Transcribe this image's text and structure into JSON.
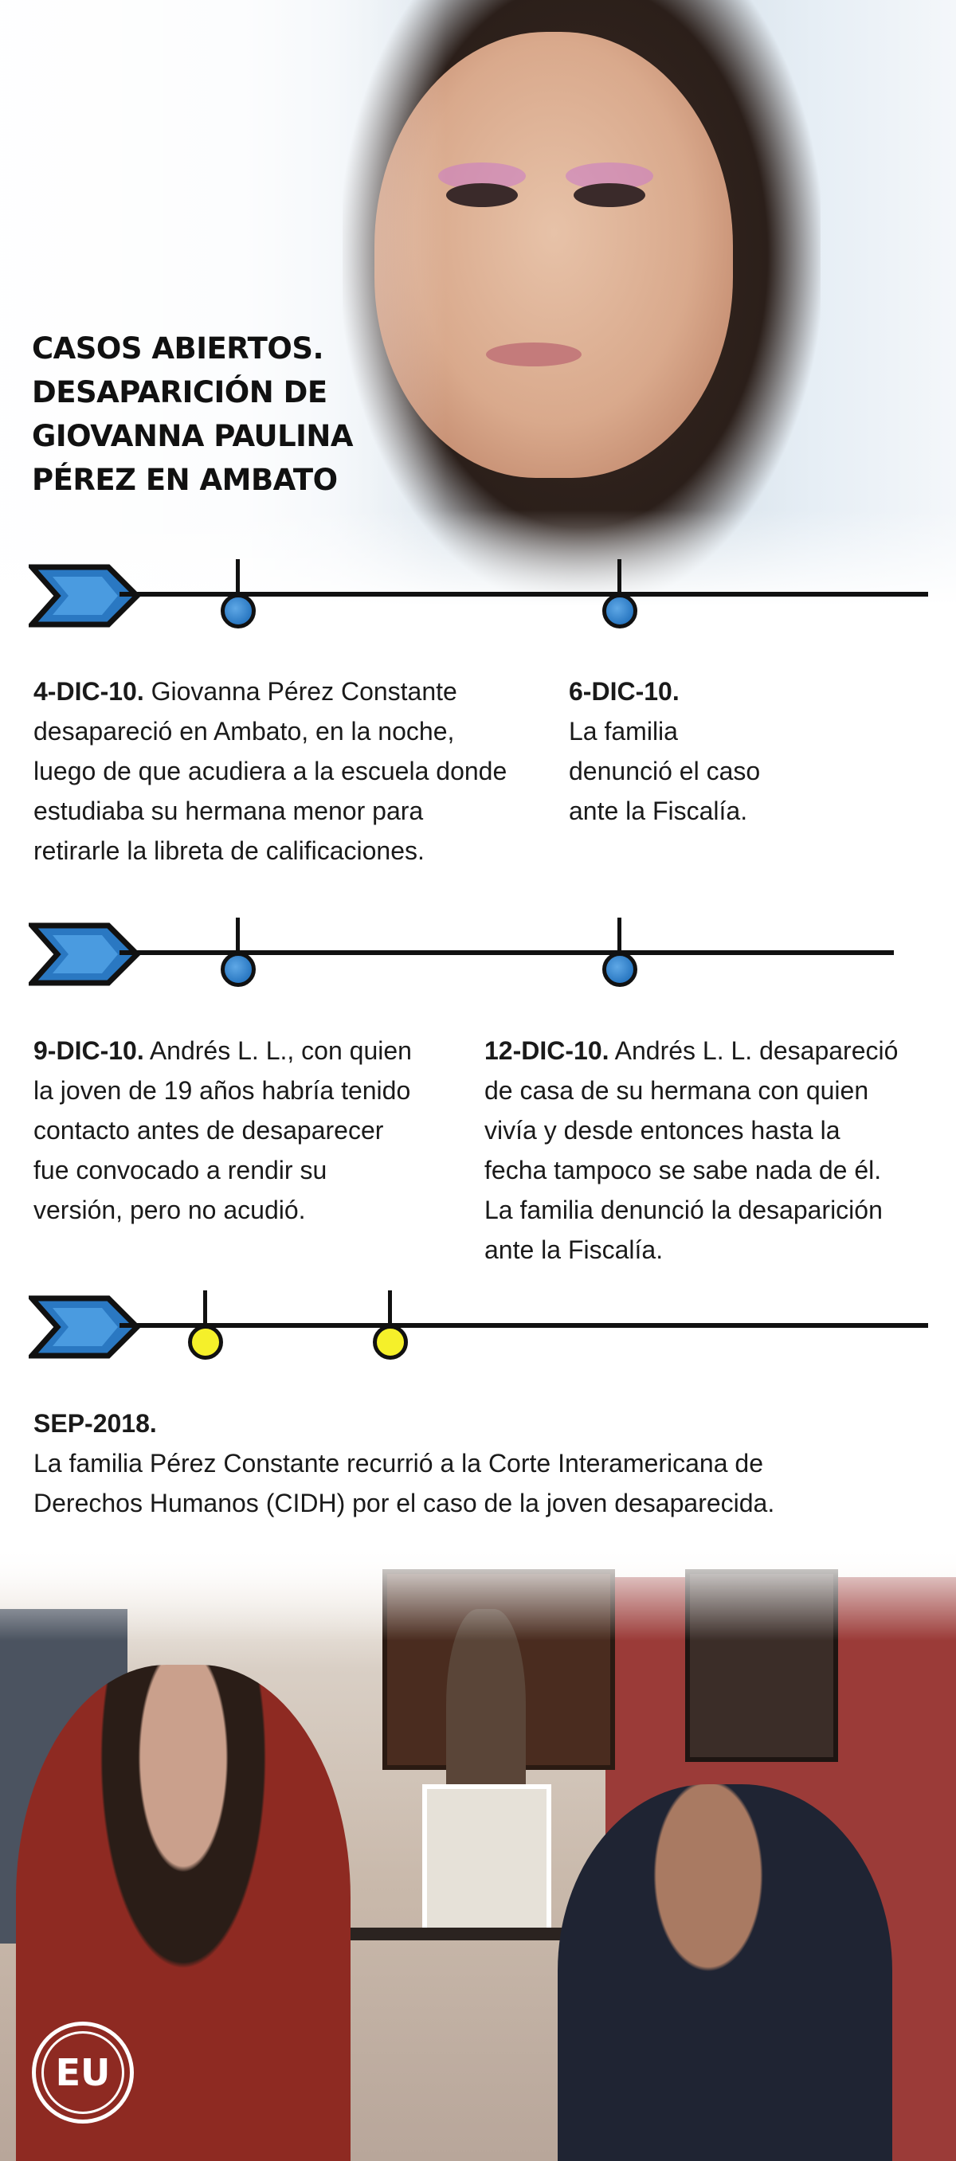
{
  "title_lines": [
    "CASOS ABIERTOS.",
    "DESAPARICIÓN DE",
    "GIOVANNA PAULINA",
    "PÉREZ EN AMBATO"
  ],
  "colors": {
    "dot_blue": "#2a78c2",
    "dot_yellow": "#f5f02a",
    "arrow_blue": "#2a78c2",
    "line": "#111111"
  },
  "events": [
    {
      "date": "4-DIC-10.",
      "lines": [
        "Giovanna Pérez Constante",
        "desapareció en Ambato, en la noche,",
        "luego de que acudiera a la escuela donde",
        "estudiaba su hermana menor para",
        "retirarle la libreta de calificaciones."
      ]
    },
    {
      "date": "6-DIC-10.",
      "lines": [
        "La familia",
        "denunció el caso",
        "ante la Fiscalía."
      ]
    },
    {
      "date": "9-DIC-10.",
      "lines": [
        "Andrés L. L., con quien",
        "la joven de 19 años habría tenido",
        "contacto antes de desaparecer",
        "fue convocado a rendir su",
        "versión, pero no acudió."
      ]
    },
    {
      "date": "12-DIC-10.",
      "lines": [
        "Andrés L. L. desapareció",
        "de casa de su hermana con quien",
        "vivía y desde entonces hasta la",
        "fecha tampoco se sabe nada de él.",
        "La familia denunció la desaparición",
        "ante la Fiscalía."
      ]
    },
    {
      "date": "SEP-2018.",
      "lines": [
        "La familia Pérez Constante recurrió a la Corte Interamericana de",
        "Derechos Humanos (CIDH) por el caso de la joven desaparecida."
      ]
    }
  ],
  "logo_text": "EU",
  "icons": {
    "timeline_arrow": "chevron-arrow-icon",
    "logo": "eu-logo-icon"
  }
}
